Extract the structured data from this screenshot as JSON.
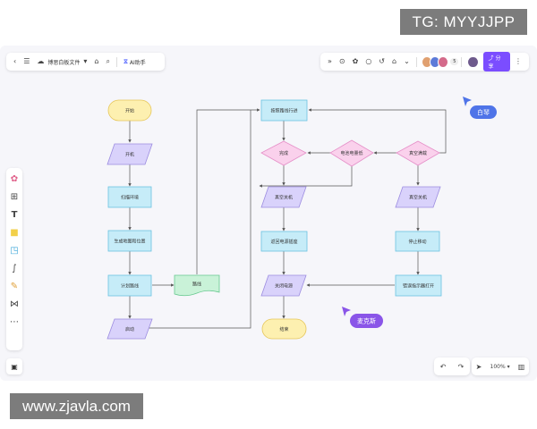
{
  "watermarks": {
    "top": "TG: MYYJJPP",
    "bottom": "www.zjavla.com"
  },
  "toolbar_left": {
    "back_icon": "chevron-left-icon",
    "menu_icon": "hamburger-icon",
    "cloud_icon": "cloud-icon",
    "file_title": "博思白板文件",
    "tag_icon": "tag-icon",
    "search_icon": "search-icon",
    "ai_label": "AI助手"
  },
  "toolbar_right": {
    "icons": [
      "expand-icon",
      "play-icon",
      "sticker-icon",
      "comment-icon",
      "history-icon",
      "bank-icon",
      "chevron-down-icon"
    ],
    "collaborator_count": "5",
    "share_label": "分享"
  },
  "left_tools": [
    "palette-icon",
    "frame-icon",
    "text-icon",
    "sticky-note-icon",
    "shape-icon",
    "connector-icon",
    "pen-icon",
    "mindmap-icon",
    "more-icon"
  ],
  "bottom_bar": {
    "zoom_label": "100%",
    "zoom_dropdown_icon": "chevron-down-icon"
  },
  "colors": {
    "terminal_fill": "#fdf0b0",
    "terminal_stroke": "#e6c65a",
    "process_fill": "#c6ecf8",
    "process_stroke": "#6cc2e0",
    "io_fill": "#d9d2fb",
    "io_stroke": "#9c8ce0",
    "decision_fill": "#fad1ec",
    "decision_stroke": "#e58fc8",
    "doc_fill": "#c9f2d8",
    "doc_stroke": "#68c890",
    "cursor_bai": "#4f74e8",
    "cursor_mai": "#8a55e8"
  },
  "flowchart": {
    "nodes": [
      {
        "id": "start",
        "label": "开始"
      },
      {
        "id": "power_on",
        "label": "开机"
      },
      {
        "id": "scan",
        "label": "扫描环境"
      },
      {
        "id": "map",
        "label": "生成地图和位置"
      },
      {
        "id": "plan",
        "label": "计划路线"
      },
      {
        "id": "route_doc",
        "label": "路线"
      },
      {
        "id": "move",
        "label": "启动"
      },
      {
        "id": "clean",
        "label": "按照路线行进"
      },
      {
        "id": "done",
        "label": "完成"
      },
      {
        "id": "battery",
        "label": "电池电量低"
      },
      {
        "id": "full",
        "label": "真空满载"
      },
      {
        "id": "vac_off1",
        "label": "真空关机"
      },
      {
        "id": "vac_off2",
        "label": "真空关机"
      },
      {
        "id": "dock",
        "label": "返回电源插座"
      },
      {
        "id": "stop",
        "label": "停止移动"
      },
      {
        "id": "power_off",
        "label": "关闭电源"
      },
      {
        "id": "notify",
        "label": "错误指示器打开"
      },
      {
        "id": "end",
        "label": "结束"
      }
    ]
  },
  "cursors": [
    {
      "name": "白琴"
    },
    {
      "name": "麦克斯"
    }
  ]
}
